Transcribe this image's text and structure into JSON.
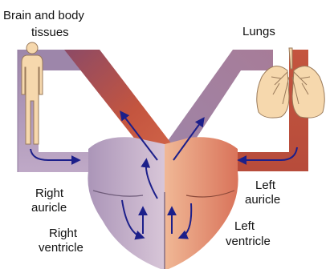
{
  "labels": {
    "brain_line1": "Brain and body",
    "brain_line2": "tissues",
    "lungs": "Lungs",
    "right_auricle_line1": "Right",
    "right_auricle_line2": "auricle",
    "right_ventricle_line1": "Right",
    "right_ventricle_line2": "ventricle",
    "left_auricle_line1": "Left",
    "left_auricle_line2": "auricle",
    "left_ventricle_line1": "Left",
    "left_ventricle_line2": "ventricle"
  },
  "colors": {
    "deoxygenated_blood": "#9d86aa",
    "oxygenated_blood": "#c4553f",
    "right_heart": "#c8b6cf",
    "left_heart": "#e8a283",
    "flow_arrow": "#1c1f8a",
    "body_figure": "#f6d8ad",
    "lungs_fill": "#f6d8ad"
  },
  "icons": {
    "body": "human-figure-icon",
    "lungs": "lungs-icon"
  }
}
